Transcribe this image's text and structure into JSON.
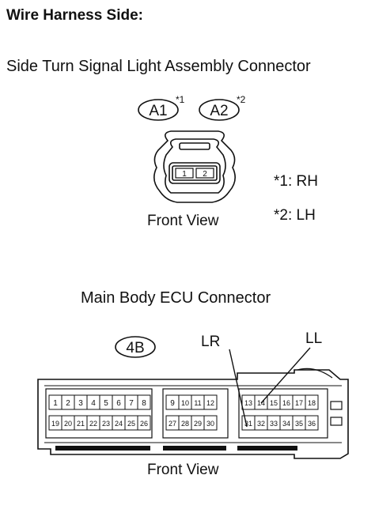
{
  "heading": "Wire Harness Side:",
  "side_connector": {
    "title": "Side Turn Signal Light Assembly Connector",
    "tags": [
      {
        "code": "A1",
        "sup": "*1"
      },
      {
        "code": "A2",
        "sup": "*2"
      }
    ],
    "pins": [
      "1",
      "2"
    ],
    "view_label": "Front View",
    "notes": [
      "*1: RH",
      "*2: LH"
    ]
  },
  "ecu_connector": {
    "title": "Main Body ECU Connector",
    "tag": "4B",
    "callouts": [
      {
        "label": "LR",
        "pin": "31"
      },
      {
        "label": "LL",
        "pin": "14"
      }
    ],
    "groups": [
      {
        "top": [
          "1",
          "2",
          "3",
          "4",
          "5",
          "6",
          "7",
          "8"
        ],
        "bottom": [
          "19",
          "20",
          "21",
          "22",
          "23",
          "24",
          "25",
          "26"
        ]
      },
      {
        "top": [
          "9",
          "10",
          "11",
          "12"
        ],
        "bottom": [
          "27",
          "28",
          "29",
          "30"
        ]
      },
      {
        "top": [
          "13",
          "14",
          "15",
          "16",
          "17",
          "18"
        ],
        "bottom": [
          "31",
          "32",
          "33",
          "34",
          "35",
          "36"
        ]
      }
    ],
    "view_label": "Front View"
  }
}
